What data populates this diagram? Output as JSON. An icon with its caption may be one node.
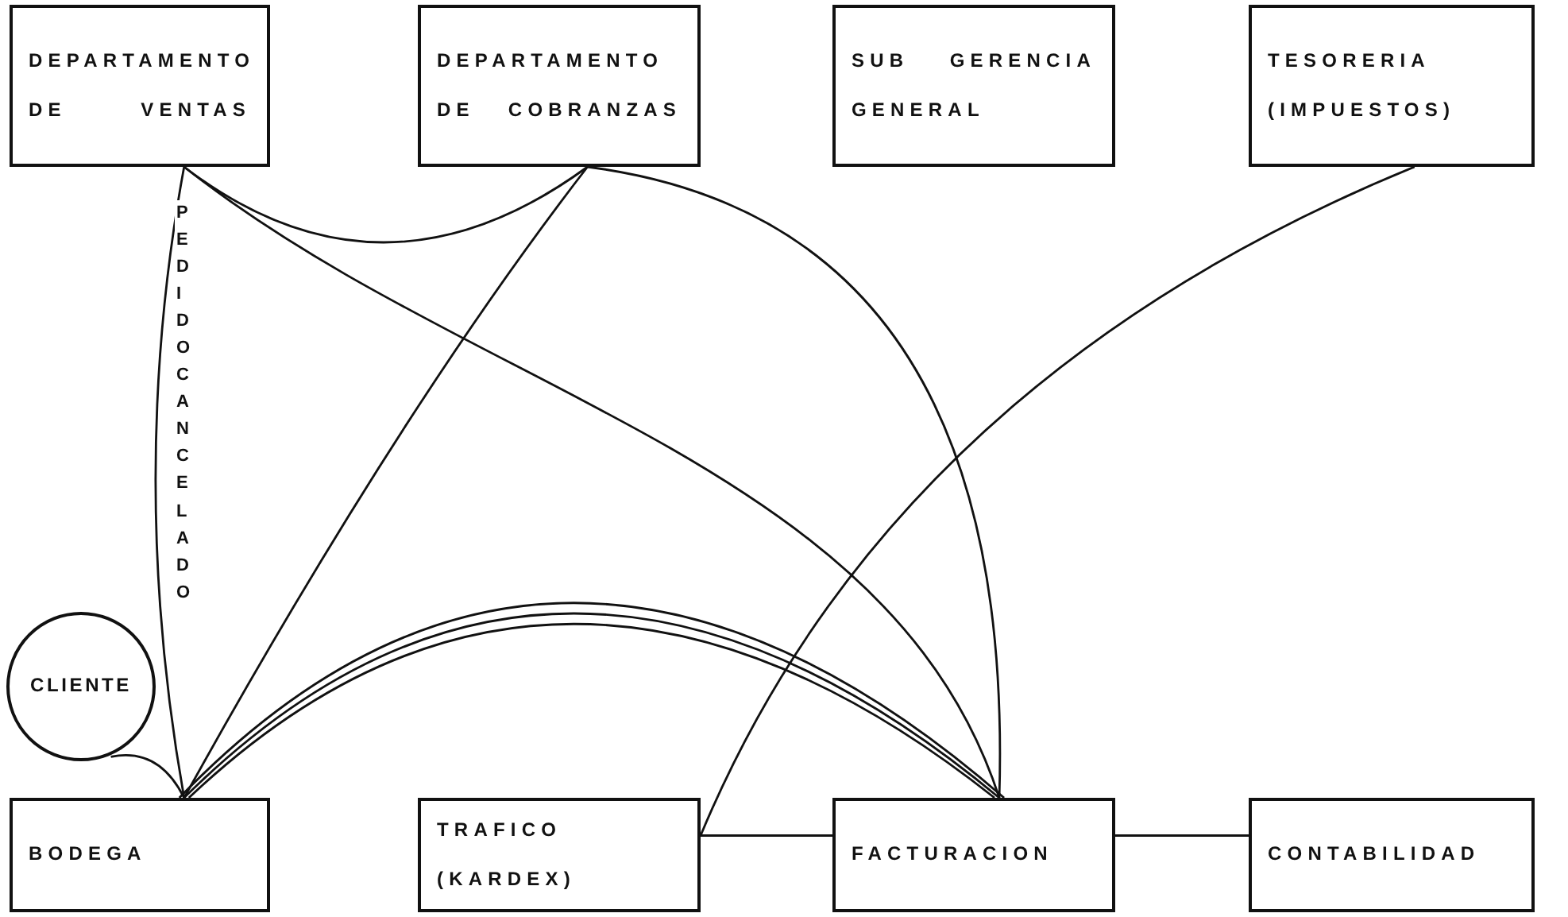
{
  "diagram": {
    "nodes": [
      {
        "text": [
          "DEPARTAMENTO DE VENTAS"
        ]
      },
      {
        "text": [
          "DEPARTAMENTO DE COBRANZAS"
        ]
      },
      {
        "text": [
          "SUB GERENCIA GENERAL"
        ]
      },
      {
        "text": [
          "TESORERIA (IMPUESTOS)"
        ]
      },
      {
        "text": [
          "CLIENTE"
        ]
      },
      {
        "text": [
          "BODEGA"
        ]
      },
      {
        "text": [
          "TRAFICO (KARDEX)"
        ]
      },
      {
        "text": [
          "FACTURACION"
        ]
      },
      {
        "text": [
          "CONTABILIDAD"
        ]
      }
    ],
    "edges": [
      {
        "from": 0,
        "to": 1,
        "arrow": "none"
      },
      {
        "from": 0,
        "to": 7,
        "arrow": "none"
      },
      {
        "from": 0,
        "to": 5,
        "arrow": "none",
        "label": "PEDIDO CANCELADO"
      },
      {
        "from": 1,
        "to": 5,
        "arrow": "none"
      },
      {
        "from": 1,
        "to": 7,
        "arrow": "none"
      },
      {
        "from": 3,
        "to": 6,
        "arrow": "none"
      },
      {
        "from": 4,
        "to": 5,
        "arrow": "none"
      },
      {
        "from": 5,
        "to": 7,
        "arrow": "none"
      },
      {
        "from": 5,
        "to": 7,
        "arrow": "none"
      },
      {
        "from": 5,
        "to": 7,
        "arrow": "none"
      },
      {
        "from": 6,
        "to": 7,
        "arrow": "none"
      },
      {
        "from": 7,
        "to": 8,
        "arrow": "none"
      }
    ]
  }
}
